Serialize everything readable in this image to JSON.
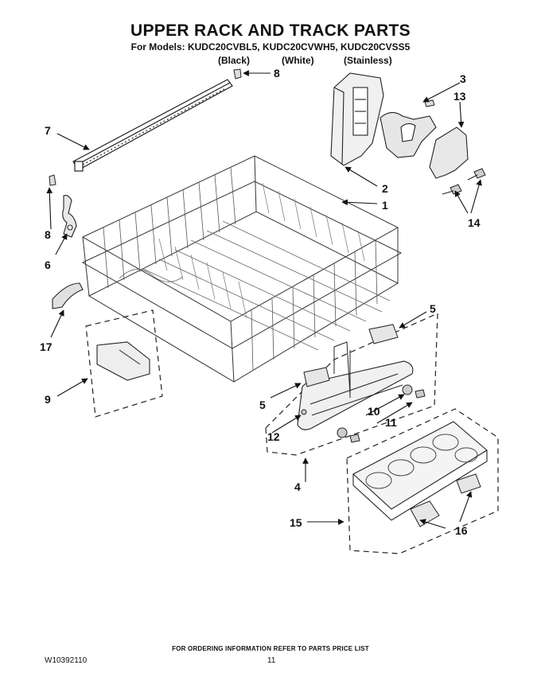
{
  "header": {
    "title": "UPPER RACK AND TRACK PARTS",
    "models": "For Models: KUDC20CVBL5, KUDC20CVWH5, KUDC20CVSS5",
    "variants": [
      "(Black)",
      "(White)",
      "(Stainless)"
    ]
  },
  "callouts": {
    "c1": "1",
    "c2": "2",
    "c3": "3",
    "c4": "4",
    "c5a": "5",
    "c5b": "5",
    "c6": "6",
    "c7": "7",
    "c8a": "8",
    "c8b": "8",
    "c9": "9",
    "c10": "10",
    "c11": "11",
    "c12": "12",
    "c13": "13",
    "c14": "14",
    "c15": "15",
    "c16": "16",
    "c17": "17"
  },
  "footer": {
    "note": "FOR ORDERING INFORMATION REFER TO PARTS PRICE LIST",
    "doc_number": "W10392110",
    "page_number": "11"
  }
}
